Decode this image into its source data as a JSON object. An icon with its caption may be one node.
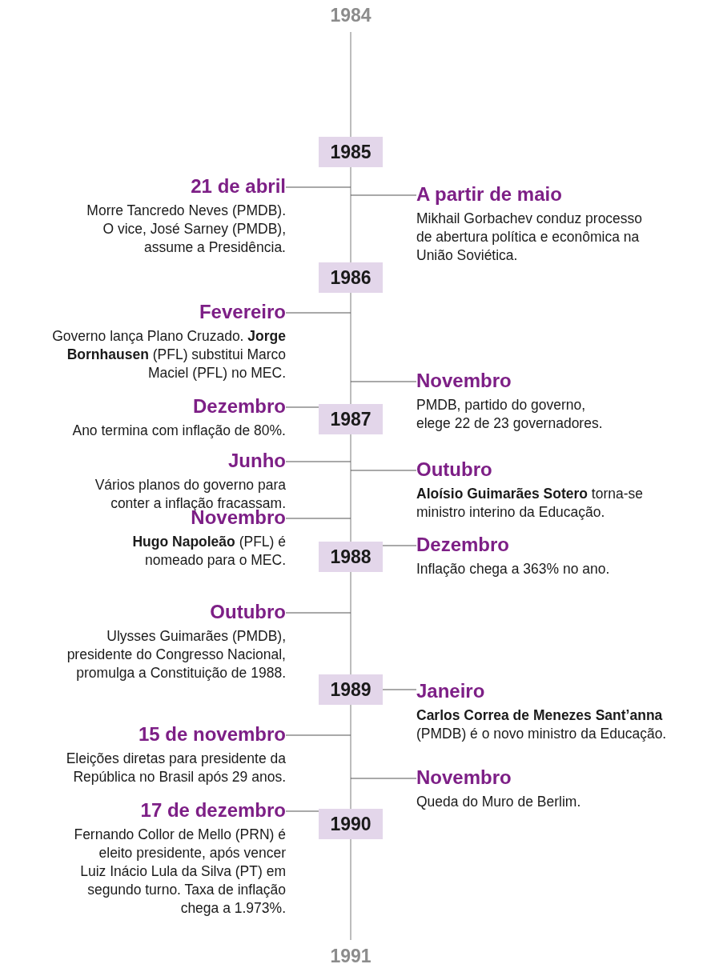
{
  "diagram": {
    "nodes": [
      {
        "text": [
          "1985"
        ]
      },
      {
        "text": [
          "21 de abril",
          "Morre Tancredo Neves (PMDB). O vice, José Sarney (PMDB), assume a Presidência."
        ]
      },
      {
        "text": [
          "A partir de maio",
          "Mikhail Gorbachev conduz processo de abertura política e econômica na União Soviética."
        ]
      },
      {
        "text": [
          "1986"
        ]
      },
      {
        "text": [
          "Fevereiro",
          "Governo lança Plano Cruzado. **Jorge Bornhausen** (PFL) substitui Marco Maciel (PFL) no MEC."
        ]
      },
      {
        "text": [
          "Novembro",
          "PMDB, partido do governo, elege 22 de 23 governadores."
        ]
      },
      {
        "text": [
          "Dezembro",
          "Ano termina com inflação de 80%."
        ]
      },
      {
        "text": [
          "1987"
        ]
      },
      {
        "text": [
          "Junho",
          "Vários planos do governo para conter a inflação fracassam."
        ]
      },
      {
        "text": [
          "Outubro",
          "**Aloísio Guimarães Sotero** torna-se ministro interino da Educação."
        ]
      },
      {
        "text": [
          "Novembro",
          "**Hugo Napoleão** (PFL) é nomeado para o MEC."
        ]
      },
      {
        "text": [
          "Dezembro",
          "Inflação chega a 363% no ano."
        ]
      },
      {
        "text": [
          "1988"
        ]
      },
      {
        "text": [
          "Outubro",
          "Ulysses Guimarães (PMDB), presidente do Congresso Nacional, promulga a Constituição de 1988."
        ]
      },
      {
        "text": [
          "1989"
        ]
      },
      {
        "text": [
          "Janeiro",
          "**Carlos Correa de Menezes Sant’anna** (PMDB) é o novo ministro da Educação."
        ]
      },
      {
        "text": [
          "15 de novembro",
          "Eleições diretas para presidente da República no Brasil após 29 anos."
        ]
      },
      {
        "text": [
          "Novembro",
          "Queda do Muro de Berlim."
        ]
      },
      {
        "text": [
          "17 de dezembro",
          "Fernando Collor de Mello (PRN) é eleito presidente, após vencer Luiz Inácio Lula da Silva (PT) em segundo turno. Taxa de inflação chega a 1.973%."
        ]
      },
      {
        "text": [
          "1990"
        ]
      }
    ],
    "edges": [
      {
        "from": 1,
        "to": null,
        "arrow": "none"
      },
      {
        "from": 2,
        "to": null,
        "arrow": "none"
      },
      {
        "from": 4,
        "to": null,
        "arrow": "none"
      },
      {
        "from": 5,
        "to": null,
        "arrow": "none"
      },
      {
        "from": 6,
        "to": 7,
        "arrow": "none"
      },
      {
        "from": 8,
        "to": null,
        "arrow": "none"
      },
      {
        "from": 9,
        "to": null,
        "arrow": "none"
      },
      {
        "from": 10,
        "to": null,
        "arrow": "none"
      },
      {
        "from": 11,
        "to": 12,
        "arrow": "none"
      },
      {
        "from": 13,
        "to": null,
        "arrow": "none"
      },
      {
        "from": 14,
        "to": 15,
        "arrow": "none"
      },
      {
        "from": 16,
        "to": null,
        "arrow": "none"
      },
      {
        "from": 17,
        "to": null,
        "arrow": "none"
      },
      {
        "from": 18,
        "to": 19,
        "arrow": "none"
      }
    ],
    "labels": [
      "1984",
      "1991"
    ]
  }
}
